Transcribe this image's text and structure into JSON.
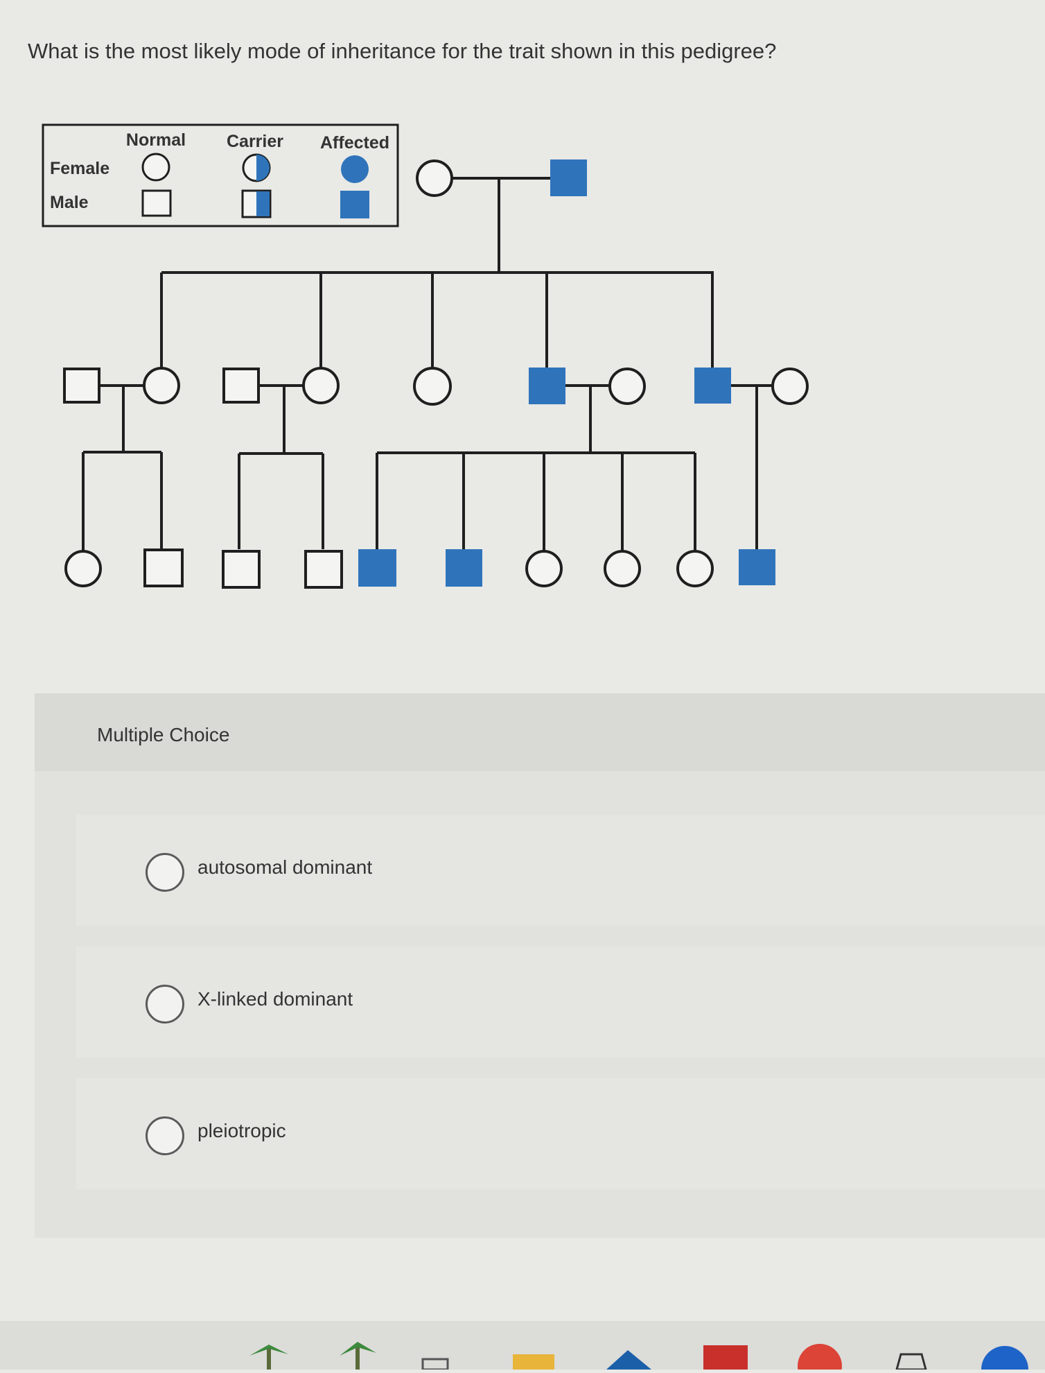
{
  "question": {
    "text": "What is the most likely mode of inheritance for the trait shown in this pedigree?"
  },
  "legend": {
    "columns": [
      "Normal",
      "Carrier",
      "Affected"
    ],
    "rows": [
      "Female",
      "Male"
    ]
  },
  "colors": {
    "affected": "#2f74bb",
    "line": "#1f1f1f",
    "symbol_bg": "#f4f4f2"
  },
  "multiple_choice": {
    "title": "Multiple Choice",
    "options": [
      {
        "label": "autosomal dominant"
      },
      {
        "label": "X-linked dominant"
      },
      {
        "label": "pleiotropic"
      }
    ]
  }
}
